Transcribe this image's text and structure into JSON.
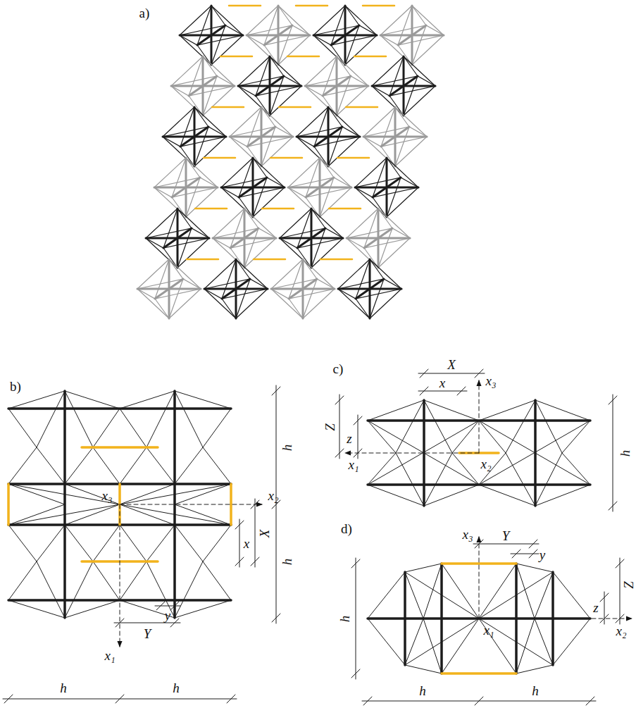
{
  "diagram": {
    "labels": [
      "a)",
      "b)",
      "h",
      "h",
      "x₃",
      "x₂",
      "x",
      "X",
      "x₁",
      "Y",
      "y",
      "h",
      "h",
      "c)",
      "X",
      "x",
      "x₃",
      "Z",
      "z",
      "x₁",
      "x₂",
      "h",
      "d)",
      "x₃",
      "Y",
      "y",
      "h",
      "Z",
      "z",
      "x₂",
      "x₁",
      "h",
      "h"
    ]
  }
}
